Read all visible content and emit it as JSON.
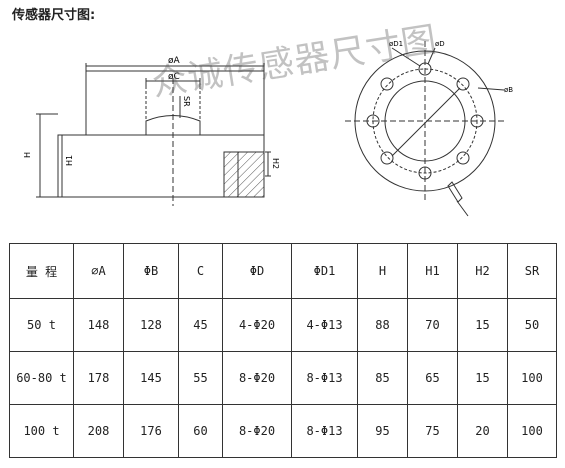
{
  "page": {
    "title": "传感器尺寸图:",
    "watermark": "众诚传感器尺寸图"
  },
  "drawing": {
    "labels": {
      "phi_a": "øA",
      "phi_c": "øC",
      "sr": "SR",
      "h": "H",
      "h1": "H1",
      "h2": "H2",
      "phi_d1": "øD1",
      "phi_d": "øD",
      "phi_b": "øB"
    }
  },
  "table": {
    "headers": [
      "量 程",
      "∅A",
      "ΦB",
      "C",
      "ΦD",
      "ΦD1",
      "H",
      "H1",
      "H2",
      "SR"
    ],
    "rows": [
      [
        "50 t",
        "148",
        "128",
        "45",
        "4-Φ20",
        "4-Φ13",
        "88",
        "70",
        "15",
        "50"
      ],
      [
        "60-80 t",
        "178",
        "145",
        "55",
        "8-Φ20",
        "8-Φ13",
        "85",
        "65",
        "15",
        "100"
      ],
      [
        "100 t",
        "208",
        "176",
        "60",
        "8-Φ20",
        "8-Φ13",
        "95",
        "75",
        "20",
        "100"
      ]
    ]
  }
}
